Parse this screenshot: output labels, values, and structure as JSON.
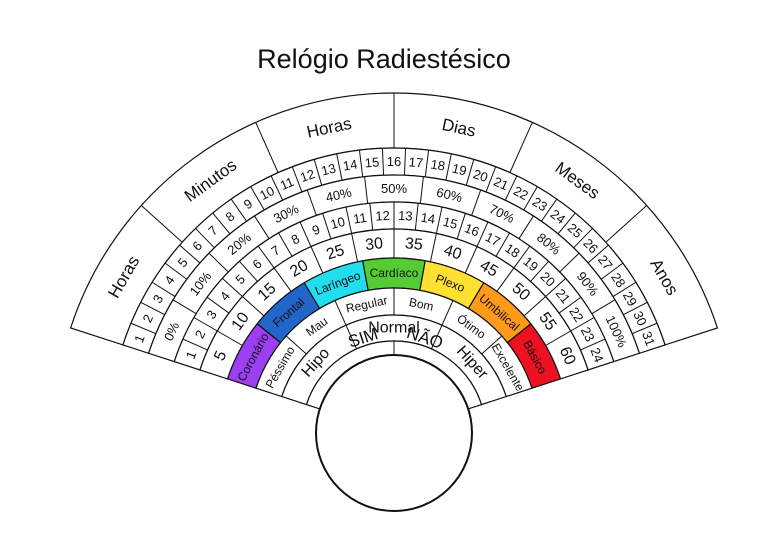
{
  "title": "Relógio Radiestésico",
  "sections": {
    "horas_left": "Horas",
    "minutos": "Minutos",
    "horas_top": "Horas",
    "dias": "Dias",
    "meses": "Meses",
    "anos": "Anos"
  },
  "ring_outer_numbers": [
    "1",
    "2",
    "3",
    "4",
    "5",
    "6",
    "7",
    "8",
    "9",
    "10",
    "11",
    "12",
    "13",
    "14",
    "15",
    "16",
    "17",
    "18",
    "19",
    "20",
    "21",
    "22",
    "23",
    "24",
    "25",
    "26",
    "27",
    "28",
    "29",
    "30",
    "31"
  ],
  "ring_percent": [
    "0%",
    "10%",
    "20%",
    "30%",
    "40%",
    "50%",
    "60%",
    "70%",
    "80%",
    "90%",
    "100%"
  ],
  "ring_numbers_inner": [
    "1",
    "2",
    "3",
    "4",
    "5",
    "6",
    "7",
    "8",
    "9",
    "10",
    "11",
    "12",
    "13",
    "14",
    "15",
    "16",
    "17",
    "18",
    "19",
    "20",
    "21",
    "22",
    "23",
    "24"
  ],
  "ring_fives": [
    "5",
    "10",
    "15",
    "20",
    "25",
    "30",
    "35",
    "40",
    "45",
    "50",
    "55",
    "60"
  ],
  "chakras": [
    {
      "name": "Coronário",
      "color": "#9b3ff0"
    },
    {
      "name": "Frontal",
      "color": "#2266cc"
    },
    {
      "name": "Laríngeo",
      "color": "#22ddee"
    },
    {
      "name": "Cardíaco",
      "color": "#55cc33"
    },
    {
      "name": "Plexo",
      "color": "#ffe033"
    },
    {
      "name": "Umbilical",
      "color": "#ff9a1a"
    },
    {
      "name": "Básico",
      "color": "#ee1122"
    }
  ],
  "quality": [
    "Péssimo",
    "Mau",
    "Regular",
    "Bom",
    "Ótimo",
    "Excelente"
  ],
  "state": [
    "Hipo",
    "Normal",
    "Hiper"
  ],
  "answer": [
    "SIM",
    "NÃO"
  ]
}
